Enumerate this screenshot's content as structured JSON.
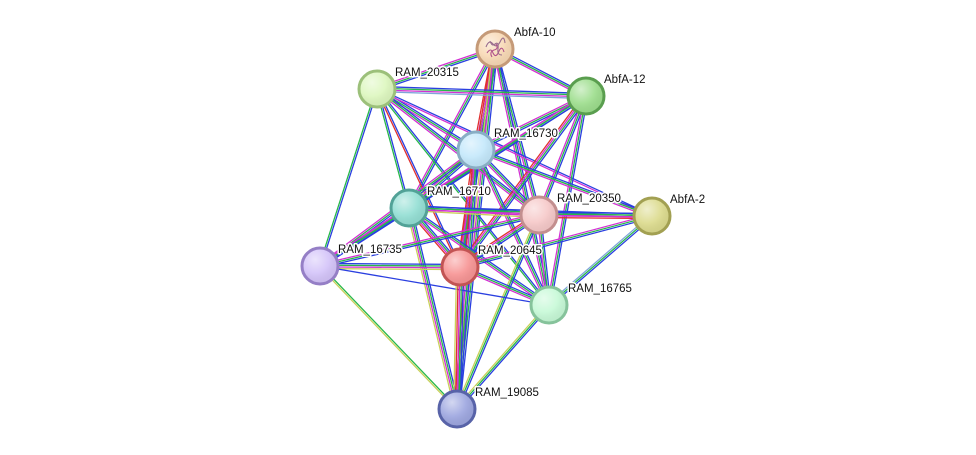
{
  "colors": {
    "edge_palette": [
      "#2a3fe0",
      "#27b84a",
      "#d331d3",
      "#e03030",
      "#c9d05a",
      "#7fa6d8"
    ]
  },
  "nodes": [
    {
      "id": "AbfA-10",
      "label": "AbfA-10",
      "fill": "#f8d9b5",
      "stroke": "#c59a78",
      "icon": "protein-structure-icon"
    },
    {
      "id": "RAM_20315",
      "label": "RAM_20315",
      "fill": "#ddf7bf",
      "stroke": "#9cc07a"
    },
    {
      "id": "AbfA-12",
      "label": "AbfA-12",
      "fill": "#9ede8e",
      "stroke": "#5a9e4f"
    },
    {
      "id": "RAM_16730",
      "label": "RAM_16730",
      "fill": "#c4e8fb",
      "stroke": "#89aec4"
    },
    {
      "id": "RAM_16710",
      "label": "RAM_16710",
      "fill": "#94dfd4",
      "stroke": "#52a297"
    },
    {
      "id": "RAM_20350",
      "label": "RAM_20350",
      "fill": "#f6c9c9",
      "stroke": "#c38f8f"
    },
    {
      "id": "AbfA-2",
      "label": "AbfA-2",
      "fill": "#dcdb8e",
      "stroke": "#a2a052"
    },
    {
      "id": "RAM_16735",
      "label": "RAM_16735",
      "fill": "#d4c4f9",
      "stroke": "#957fc6"
    },
    {
      "id": "RAM_20645",
      "label": "RAM_20645",
      "fill": "#f79595",
      "stroke": "#c25454"
    },
    {
      "id": "RAM_16765",
      "label": "RAM_16765",
      "fill": "#c7f9d7",
      "stroke": "#86c39b"
    },
    {
      "id": "RAM_19085",
      "label": "RAM_19085",
      "fill": "#9ea7e0",
      "stroke": "#5863a8"
    }
  ],
  "edges": [
    {
      "source": "AbfA-10",
      "target": "RAM_20315",
      "evidence": [
        0,
        1,
        2
      ]
    },
    {
      "source": "AbfA-10",
      "target": "AbfA-12",
      "evidence": [
        0,
        1,
        2
      ]
    },
    {
      "source": "AbfA-10",
      "target": "RAM_16730",
      "evidence": [
        0,
        1,
        2,
        3
      ]
    },
    {
      "source": "AbfA-10",
      "target": "RAM_16710",
      "evidence": [
        0,
        1,
        2
      ]
    },
    {
      "source": "AbfA-10",
      "target": "RAM_20350",
      "evidence": [
        0,
        1,
        2
      ]
    },
    {
      "source": "AbfA-10",
      "target": "RAM_20645",
      "evidence": [
        0,
        1,
        2,
        3
      ]
    },
    {
      "source": "AbfA-10",
      "target": "RAM_16765",
      "evidence": [
        0,
        1,
        2
      ]
    },
    {
      "source": "AbfA-10",
      "target": "RAM_19085",
      "evidence": [
        0,
        1,
        2,
        4
      ]
    },
    {
      "source": "RAM_20315",
      "target": "AbfA-12",
      "evidence": [
        0,
        1,
        2,
        5
      ]
    },
    {
      "source": "RAM_20315",
      "target": "RAM_16730",
      "evidence": [
        0,
        1,
        2
      ]
    },
    {
      "source": "RAM_20315",
      "target": "RAM_16710",
      "evidence": [
        0,
        1
      ]
    },
    {
      "source": "RAM_20315",
      "target": "RAM_20350",
      "evidence": [
        0,
        1,
        2
      ]
    },
    {
      "source": "RAM_20315",
      "target": "RAM_20645",
      "evidence": [
        0,
        3
      ]
    },
    {
      "source": "RAM_20315",
      "target": "RAM_16735",
      "evidence": [
        0,
        1
      ]
    },
    {
      "source": "RAM_20315",
      "target": "RAM_16765",
      "evidence": [
        0,
        1
      ]
    },
    {
      "source": "RAM_20315",
      "target": "AbfA-2",
      "evidence": [
        0,
        2
      ]
    },
    {
      "source": "AbfA-12",
      "target": "RAM_16730",
      "evidence": [
        0,
        1,
        2
      ]
    },
    {
      "source": "AbfA-12",
      "target": "RAM_16710",
      "evidence": [
        0,
        1,
        2
      ]
    },
    {
      "source": "AbfA-12",
      "target": "RAM_20350",
      "evidence": [
        0,
        1,
        2
      ]
    },
    {
      "source": "AbfA-12",
      "target": "RAM_20645",
      "evidence": [
        0,
        1,
        2,
        3
      ]
    },
    {
      "source": "AbfA-12",
      "target": "RAM_16765",
      "evidence": [
        0,
        1,
        2
      ]
    },
    {
      "source": "AbfA-12",
      "target": "RAM_16735",
      "evidence": [
        0,
        1,
        2
      ]
    },
    {
      "source": "RAM_16730",
      "target": "RAM_16710",
      "evidence": [
        0,
        1,
        2,
        4
      ]
    },
    {
      "source": "RAM_16730",
      "target": "RAM_20350",
      "evidence": [
        0,
        1,
        2
      ]
    },
    {
      "source": "RAM_16730",
      "target": "RAM_20645",
      "evidence": [
        0,
        1,
        2,
        3
      ]
    },
    {
      "source": "RAM_16730",
      "target": "RAM_16735",
      "evidence": [
        0,
        1,
        2
      ]
    },
    {
      "source": "RAM_16730",
      "target": "RAM_16765",
      "evidence": [
        0,
        1,
        2
      ]
    },
    {
      "source": "RAM_16730",
      "target": "AbfA-2",
      "evidence": [
        0,
        1,
        2
      ]
    },
    {
      "source": "RAM_16730",
      "target": "RAM_19085",
      "evidence": [
        0,
        1,
        2,
        3
      ]
    },
    {
      "source": "RAM_16710",
      "target": "RAM_20350",
      "evidence": [
        0,
        1,
        2,
        4
      ]
    },
    {
      "source": "RAM_16710",
      "target": "RAM_20645",
      "evidence": [
        0,
        1,
        2,
        3
      ]
    },
    {
      "source": "RAM_16710",
      "target": "RAM_16735",
      "evidence": [
        0,
        1,
        2
      ]
    },
    {
      "source": "RAM_16710",
      "target": "RAM_16765",
      "evidence": [
        0,
        1,
        2
      ]
    },
    {
      "source": "RAM_16710",
      "target": "RAM_19085",
      "evidence": [
        0,
        1,
        2,
        4
      ]
    },
    {
      "source": "RAM_16710",
      "target": "AbfA-2",
      "evidence": [
        0,
        1,
        2
      ]
    },
    {
      "source": "RAM_20350",
      "target": "AbfA-2",
      "evidence": [
        0,
        1,
        2,
        3
      ]
    },
    {
      "source": "RAM_20350",
      "target": "RAM_20645",
      "evidence": [
        0,
        1,
        2,
        3
      ]
    },
    {
      "source": "RAM_20350",
      "target": "RAM_16765",
      "evidence": [
        0,
        1,
        2
      ]
    },
    {
      "source": "RAM_20350",
      "target": "RAM_16735",
      "evidence": [
        0,
        1,
        2
      ]
    },
    {
      "source": "RAM_20350",
      "target": "RAM_19085",
      "evidence": [
        0,
        1,
        4
      ]
    },
    {
      "source": "AbfA-2",
      "target": "RAM_20645",
      "evidence": [
        0,
        1,
        2
      ]
    },
    {
      "source": "AbfA-2",
      "target": "RAM_16765",
      "evidence": [
        0,
        1,
        5
      ]
    },
    {
      "source": "RAM_16735",
      "target": "RAM_20645",
      "evidence": [
        0,
        1,
        2,
        4
      ]
    },
    {
      "source": "RAM_16735",
      "target": "RAM_16765",
      "evidence": [
        0
      ]
    },
    {
      "source": "RAM_16735",
      "target": "RAM_19085",
      "evidence": [
        1,
        4
      ]
    },
    {
      "source": "RAM_20645",
      "target": "RAM_16765",
      "evidence": [
        0,
        1,
        2
      ]
    },
    {
      "source": "RAM_20645",
      "target": "RAM_19085",
      "evidence": [
        0,
        1,
        2,
        3,
        4
      ]
    },
    {
      "source": "RAM_16765",
      "target": "RAM_19085",
      "evidence": [
        0,
        1,
        4
      ]
    }
  ]
}
